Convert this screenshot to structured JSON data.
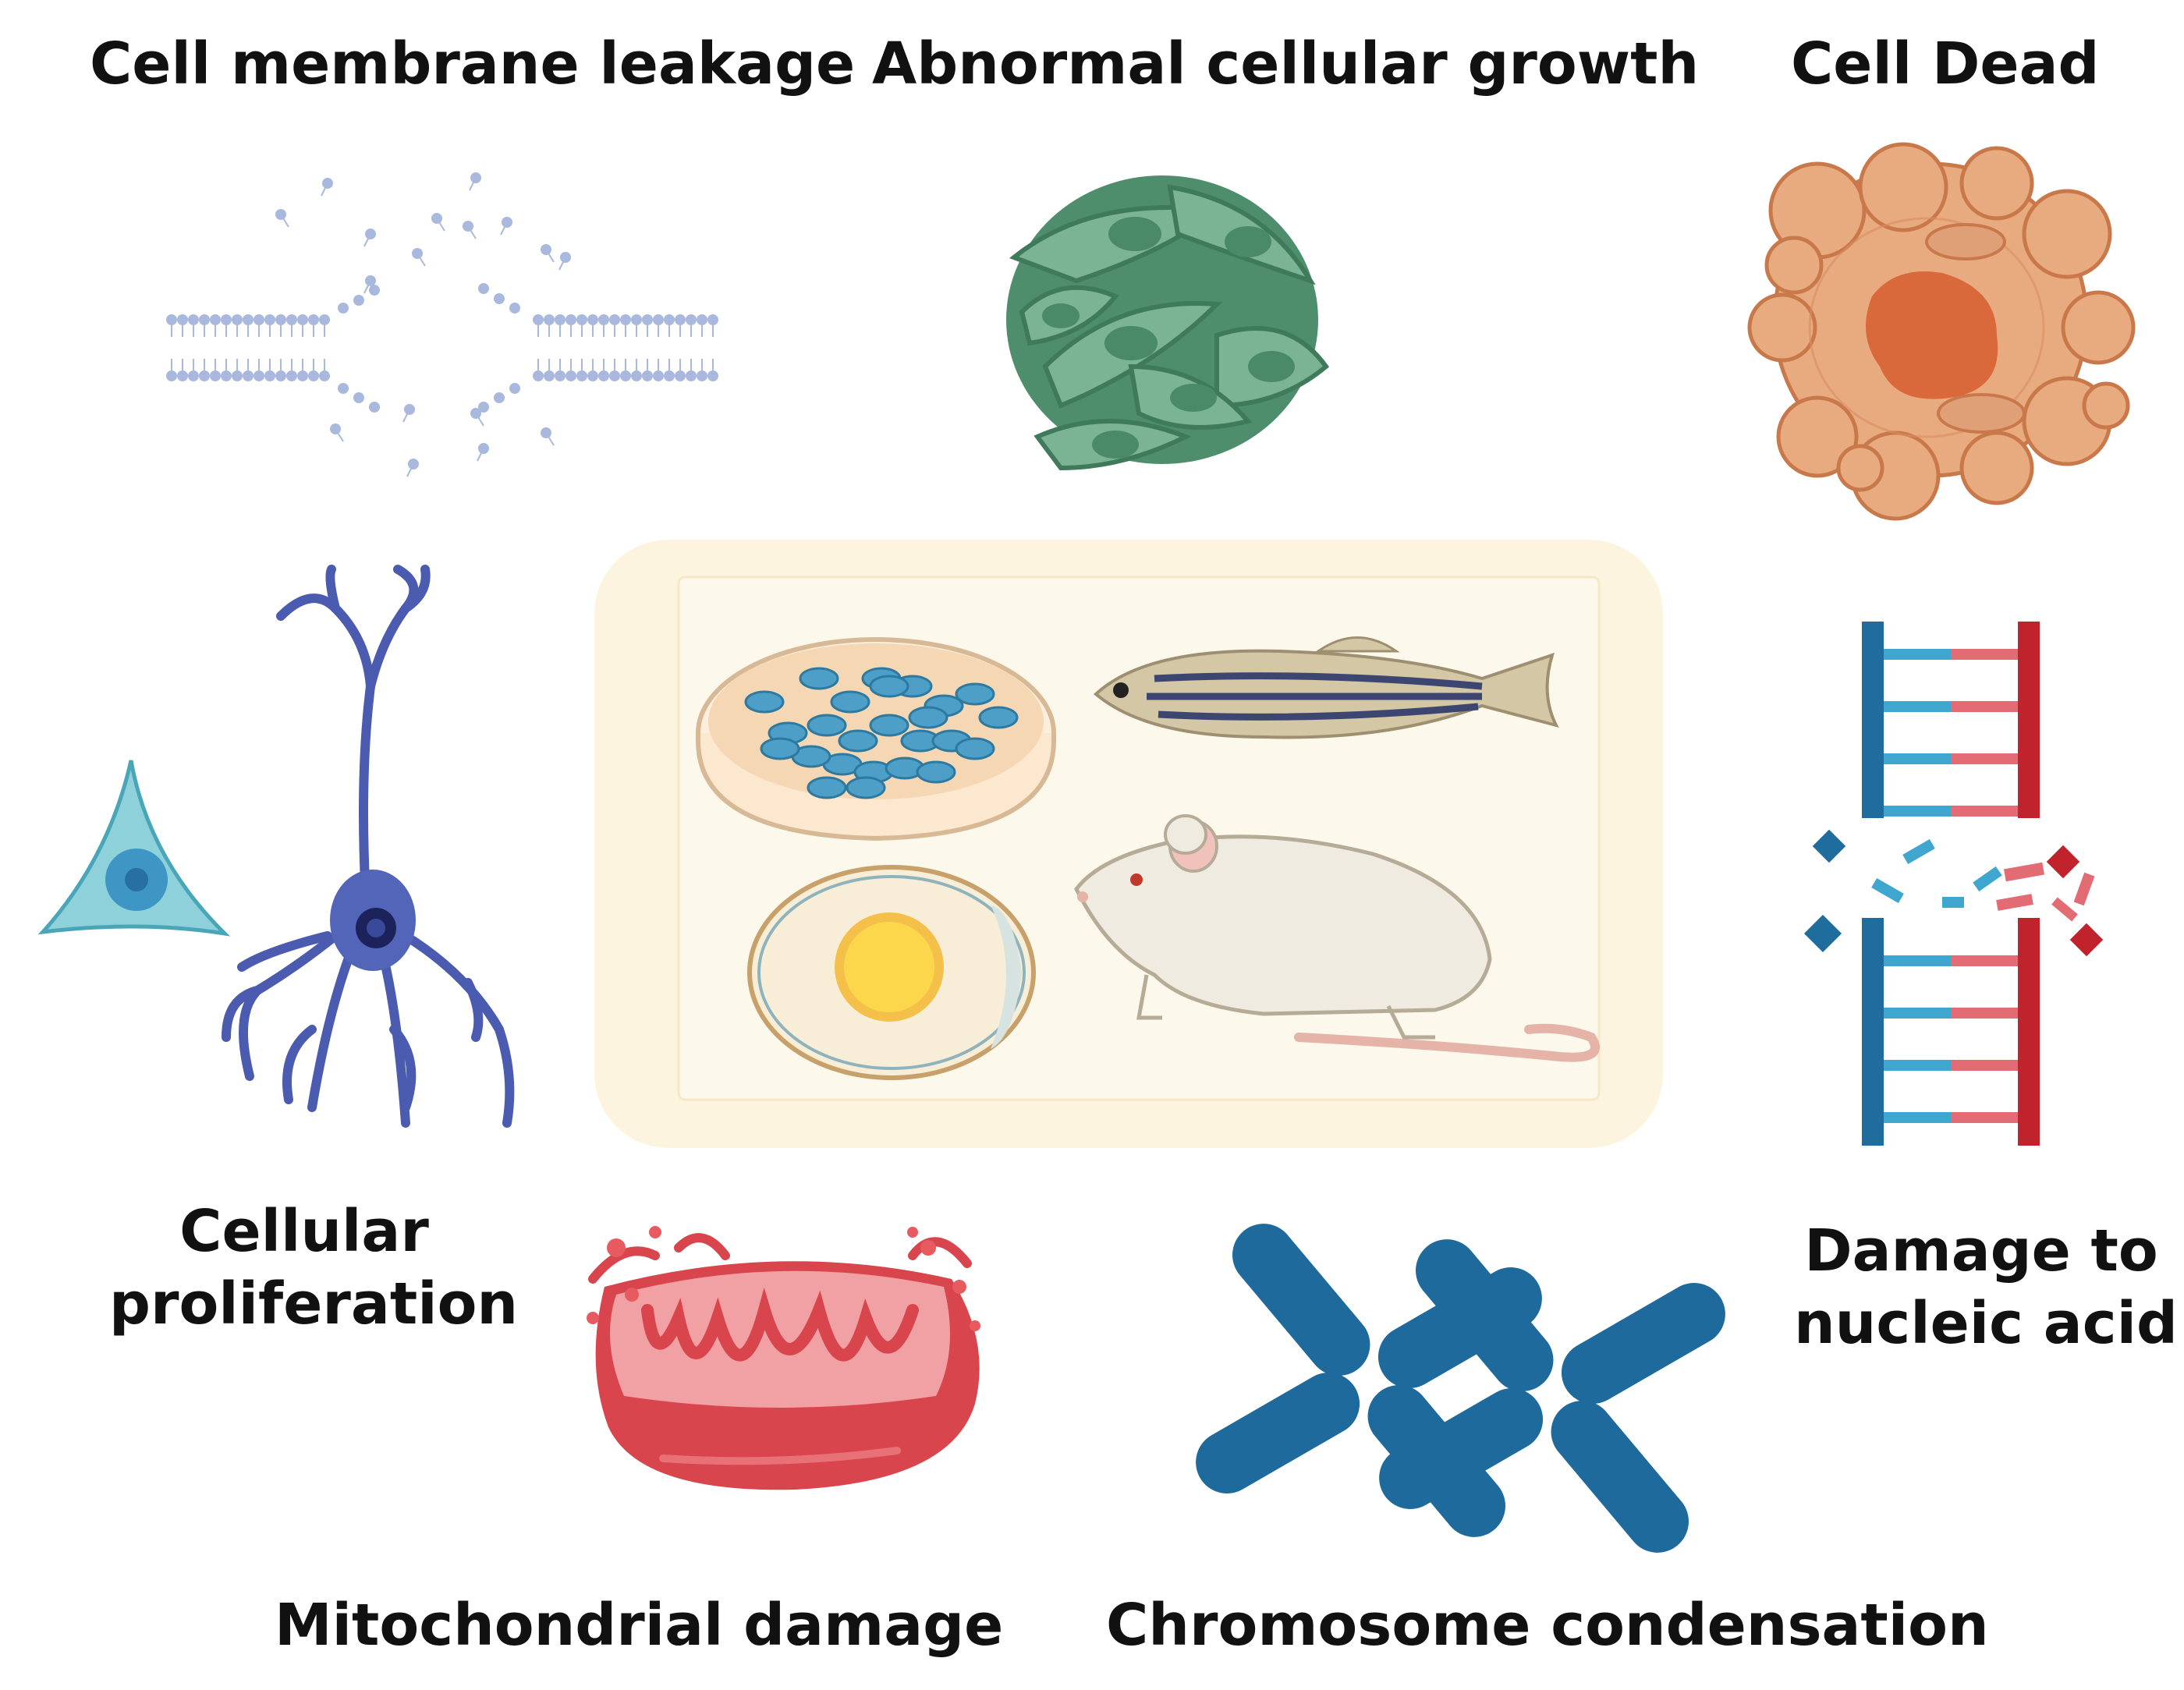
{
  "labels": {
    "membrane": "Cell membrane leakage",
    "abnormal": "Abnormal cellular growth",
    "dead": "Cell Dead",
    "proliferation_line1": "Cellular",
    "proliferation_line2": "proliferation",
    "mito": "Mitochondrial damage",
    "chromosome": "Chromosome condensation",
    "nucleic_line1": "Damage to",
    "nucleic_line2": "nucleic acid"
  },
  "icons": {
    "membrane": "lipid-bilayer-leakage-icon",
    "abnormal": "green-cell-cluster-icon",
    "dead": "necrotic-cell-icon",
    "proliferation": "neuron-and-cell-icon",
    "center": "model-organisms-panel",
    "nucleic": "broken-dna-icon",
    "mito": "damaged-mitochondrion-icon",
    "chromosome": "chromosome-pair-icon"
  },
  "colors": {
    "membrane": "#a9b9de",
    "green_cells": "#5f9e7e",
    "dead_cell": "#e3a578",
    "neuron": "#5364b7",
    "small_cell": "#6cc2cf",
    "center_panel": "#fdf5e1",
    "dna_blue": "#1f6d9c",
    "dna_red": "#c0232c",
    "mito": "#d8454c",
    "chromosome": "#1f6a9c"
  }
}
